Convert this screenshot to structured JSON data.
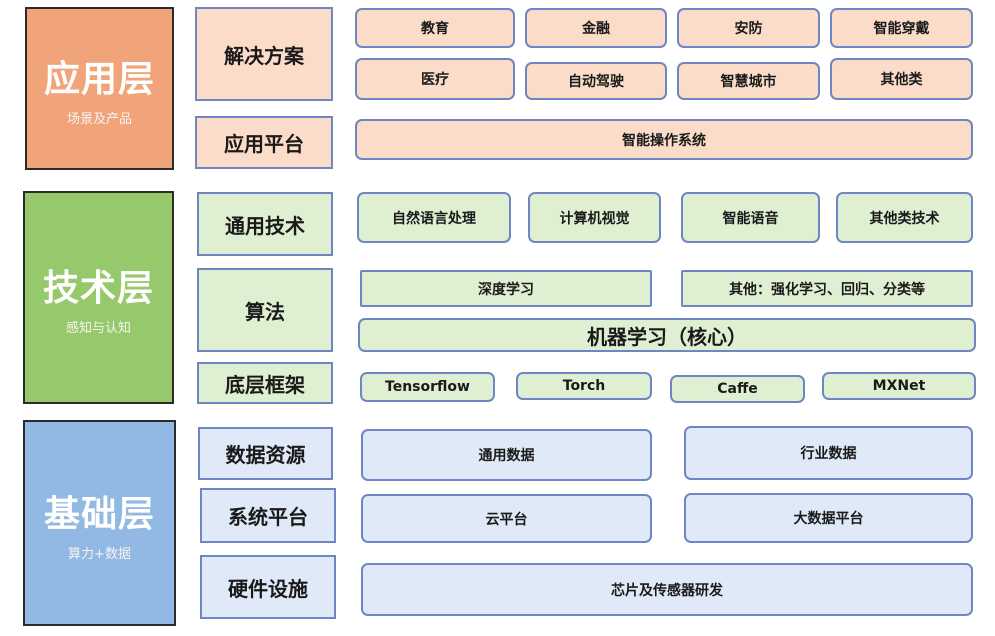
{
  "application_layer": {
    "title": "应用层",
    "subtitle": "场景及产品",
    "solutions": {
      "label": "解决方案",
      "items": [
        "教育",
        "金融",
        "安防",
        "智能穿戴",
        "医疗",
        "自动驾驶",
        "智慧城市",
        "其他类"
      ]
    },
    "platform": {
      "label": "应用平台",
      "item": "智能操作系统"
    }
  },
  "technology_layer": {
    "title": "技术层",
    "subtitle": "感知与认知",
    "general_tech": {
      "label": "通用技术",
      "items": [
        "自然语言处理",
        "计算机视觉",
        "智能语音",
        "其他类技术"
      ]
    },
    "algorithms": {
      "label": "算法",
      "deep_learning": "深度学习",
      "others": "其他：强化学习、回归、分类等",
      "machine_learning": "机器学习（核心）"
    },
    "frameworks": {
      "label": "底层框架",
      "items": [
        "Tensorflow",
        "Torch",
        "Caffe",
        "MXNet"
      ]
    }
  },
  "foundation_layer": {
    "title": "基础层",
    "subtitle": "算力+数据",
    "data_resources": {
      "label": "数据资源",
      "items": [
        "通用数据",
        "行业数据"
      ]
    },
    "system_platform": {
      "label": "系统平台",
      "items": [
        "云平台",
        "大数据平台"
      ]
    },
    "hardware": {
      "label": "硬件设施",
      "item": "芯片及传感器研发"
    }
  },
  "colors": {
    "application_dark": "#f1a479",
    "application_light": "#fbdcc9",
    "technology_dark": "#96c96b",
    "technology_light": "#dff0d2",
    "foundation_dark": "#92b8e4",
    "foundation_light": "#dfe9f7"
  }
}
